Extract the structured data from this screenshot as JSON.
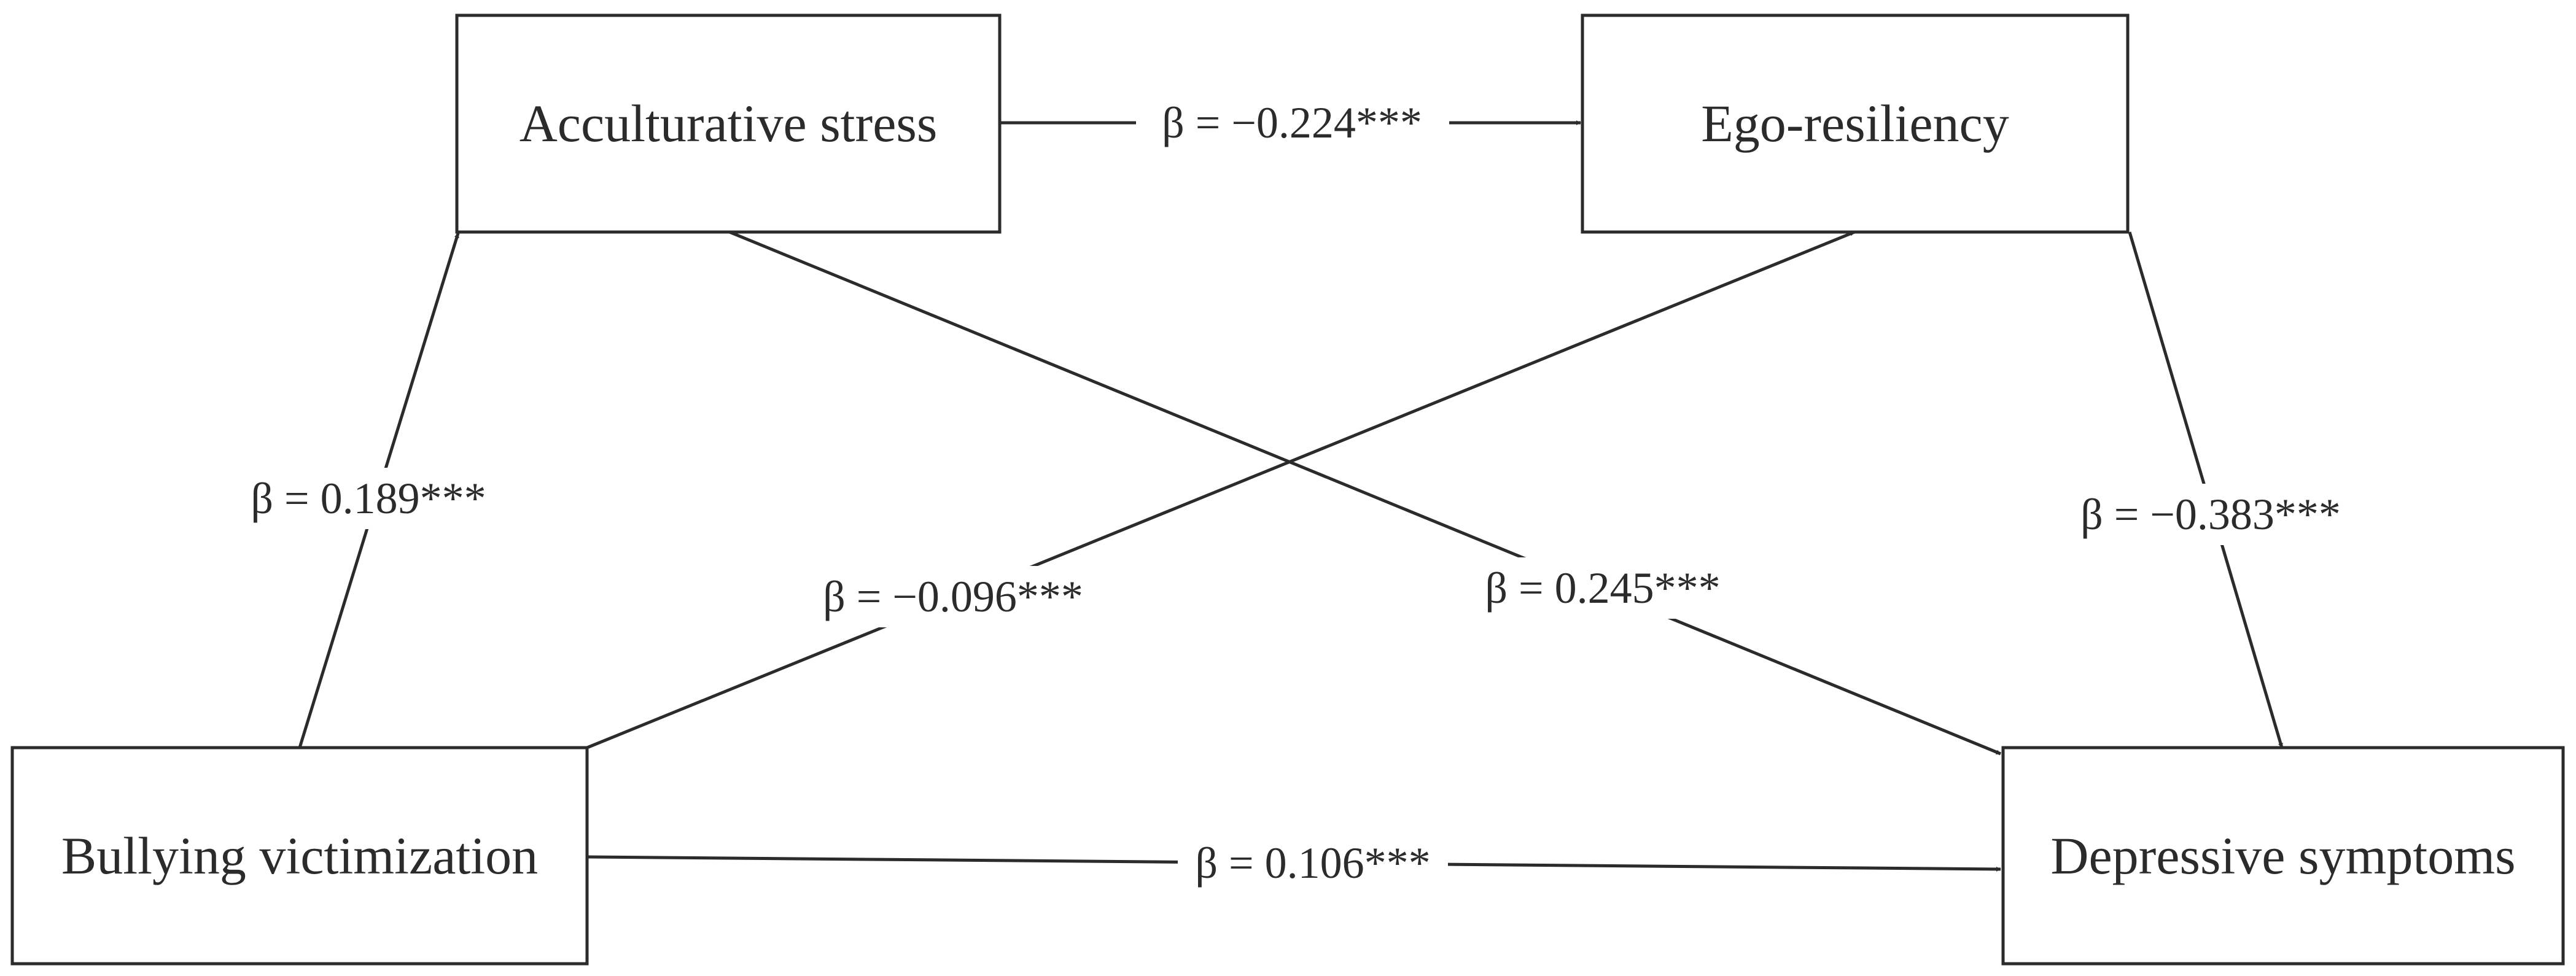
{
  "diagram": {
    "nodes": {
      "acculturative_stress": "Acculturative stress",
      "ego_resiliency": "Ego-resiliency",
      "bullying_victimization": "Bullying victimization",
      "depressive_symptoms": "Depressive symptoms"
    },
    "paths": {
      "bv_to_as": "β = 0.189***",
      "as_to_er": "β = −0.224***",
      "er_to_ds": "β = −0.383***",
      "bv_to_er": "β = −0.096***",
      "as_to_ds": "β = 0.245***",
      "bv_to_ds": "β = 0.106***"
    },
    "colors": {
      "stroke": "#2b2b2b",
      "background": "#ffffff"
    }
  }
}
